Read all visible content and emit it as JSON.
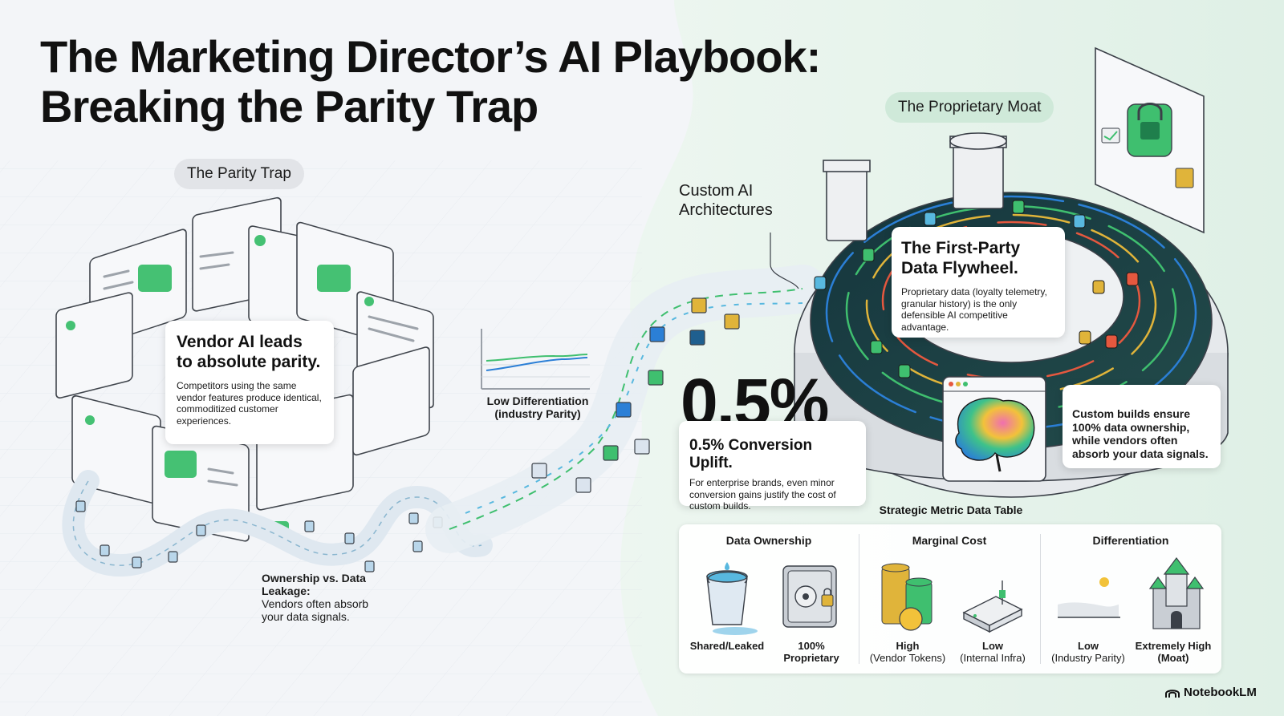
{
  "title": {
    "line1": "The Marketing Director’s AI Playbook:",
    "line2": "Breaking the Parity Trap"
  },
  "sections": {
    "parity_trap": "The Parity Trap",
    "proprietary_moat": "The Proprietary Moat"
  },
  "vendor_card": {
    "heading": "Vendor AI leads to absolute parity.",
    "body": "Competitors using the same vendor features produce identical, commoditized customer experiences."
  },
  "ownership_note": {
    "heading": "Ownership vs. Data Leakage:",
    "body": "Vendors often absorb your data signals."
  },
  "low_diff": {
    "line1": "Low Differentiation",
    "line2": "(industry Parity)"
  },
  "custom_ai": {
    "line1": "Custom AI",
    "line2": "Architectures"
  },
  "flywheel_card": {
    "heading": "The First-Party Data Flywheel.",
    "body": "Proprietary data (loyalty telemetry, granular history) is the only defensible AI competitive advantage."
  },
  "uplift": {
    "value": "0.5%",
    "heading": "0.5% Conversion Uplift.",
    "body": "For enterprise brands, even minor conversion gains justify the cost of custom builds."
  },
  "custom_builds_card": {
    "body": "Custom builds ensure 100% data ownership, while vendors often absorb your data signals."
  },
  "table": {
    "title": "Strategic Metric Data Table",
    "columns": [
      {
        "header": "Data Ownership",
        "items": [
          {
            "icon": "leaking-bucket-icon",
            "main": "Shared/Leaked",
            "sub": ""
          },
          {
            "icon": "vault-safe-icon",
            "main": "100%",
            "sub": "Proprietary"
          }
        ]
      },
      {
        "header": "Marginal Cost",
        "items": [
          {
            "icon": "coin-stacks-icon",
            "main": "High",
            "sub": "(Vendor Tokens)"
          },
          {
            "icon": "server-device-icon",
            "main": "Low",
            "sub": "(Internal Infra)"
          }
        ]
      },
      {
        "header": "Differentiation",
        "items": [
          {
            "icon": "flat-plain-icon",
            "main": "Low",
            "sub": "(Industry Parity)"
          },
          {
            "icon": "castle-icon",
            "main": "Extremely High",
            "sub": "(Moat)"
          }
        ]
      }
    ]
  },
  "brand": "NotebookLM",
  "colors": {
    "green_accent": "#3fbf6f",
    "moat_green_bg": "#e3f2e9",
    "left_bg": "#f3f5f8",
    "coin_gold": "#e0b43a",
    "water_blue": "#58b8df",
    "track_dark": "#1f3a40"
  }
}
